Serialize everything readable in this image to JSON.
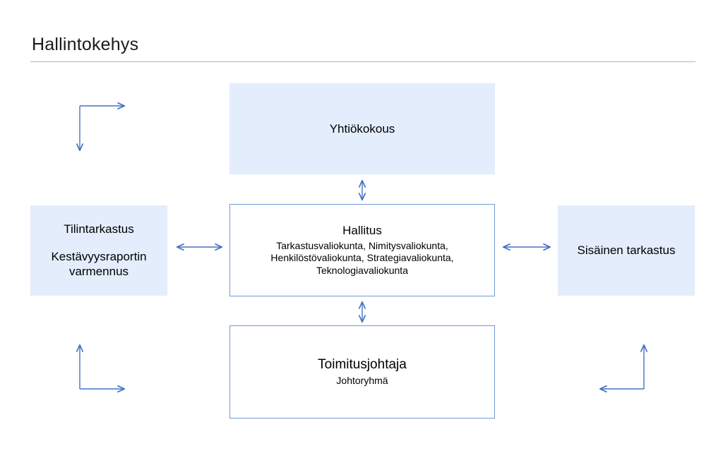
{
  "header": {
    "title": "Hallintokehys"
  },
  "diagram": {
    "type": "org-governance-diagram",
    "accent_color": "#4472c4",
    "fill_color": "#e3edfc",
    "outline_color": "#6f9bd8",
    "nodes": {
      "shareholders": {
        "title": "Yhtiökokous",
        "style": "filled"
      },
      "board": {
        "title": "Hallitus",
        "sub_line1": "Tarkastusvaliokunta, Nimitysvaliokunta,",
        "sub_line2": "Henkilöstövaliokunta, Strategiavaliokunta,",
        "sub_line3": "Teknologiavaliokunta",
        "style": "outlined"
      },
      "audit": {
        "title": "Tilintarkastus",
        "sub_line1": "Kestävyysraportin",
        "sub_line2": "varmennus",
        "style": "filled"
      },
      "internal_audit": {
        "title": "Sisäinen tarkastus",
        "style": "filled"
      },
      "ceo": {
        "title": "Toimitusjohtaja",
        "sub_line1": "Johtoryhmä",
        "style": "outlined"
      }
    },
    "connectors": [
      {
        "name": "shareholders-board",
        "kind": "double-vertical"
      },
      {
        "name": "board-ceo",
        "kind": "double-vertical"
      },
      {
        "name": "audit-board",
        "kind": "double-horizontal"
      },
      {
        "name": "board-internal-audit",
        "kind": "double-horizontal"
      },
      {
        "name": "top-left-elbow",
        "kind": "elbow"
      },
      {
        "name": "bottom-left-elbow",
        "kind": "elbow"
      },
      {
        "name": "bottom-right-elbow",
        "kind": "elbow"
      }
    ]
  }
}
